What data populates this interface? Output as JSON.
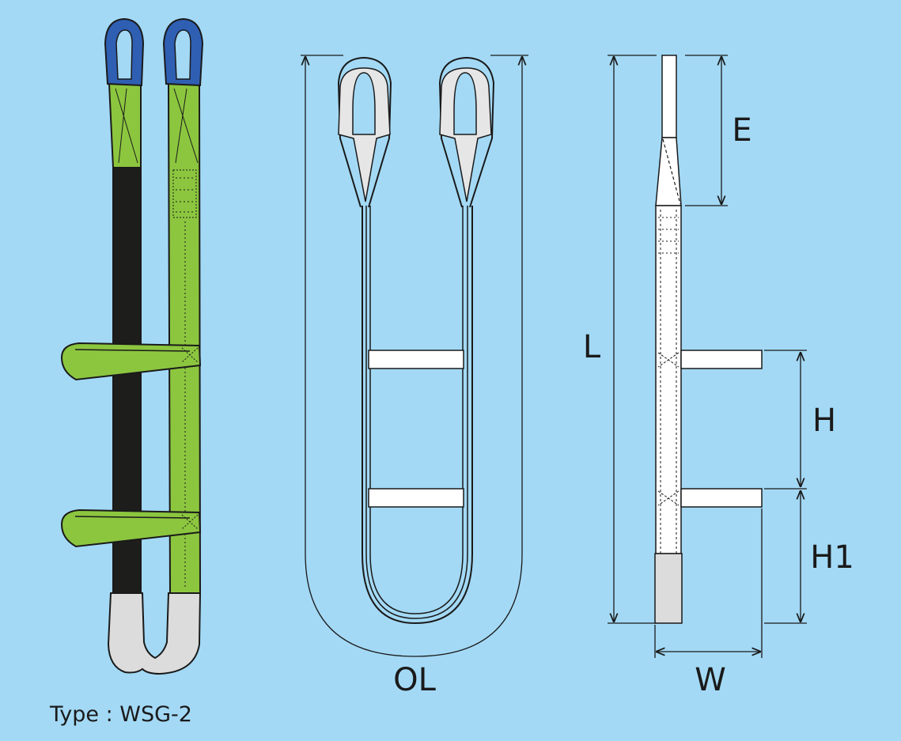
{
  "caption": {
    "type_text": "Type : WSG-2"
  },
  "dimensions": {
    "E": "E",
    "L": "L",
    "H": "H",
    "H1": "H1",
    "OL": "OL",
    "W": "W"
  },
  "colors": {
    "background": "#a3d9f5",
    "sling_green": "#8cc63f",
    "eye_blue": "#2f5fb3",
    "sling_black": "#1d1d1b",
    "sleeve_grey": "#d9d9d9",
    "outline": "#1a1a1a"
  }
}
